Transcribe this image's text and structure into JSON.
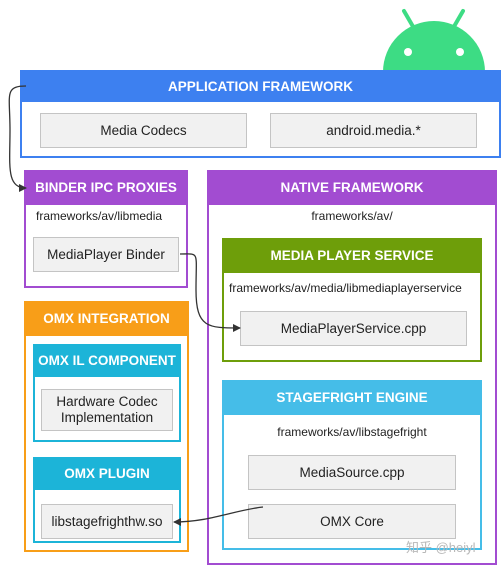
{
  "colors": {
    "application": "#3d80f0",
    "binder": "#a24cd1",
    "native": "#a24cd1",
    "media_player_service": "#6e9e0a",
    "omx_integration": "#f89e18",
    "omx_il": "#1cb4d8",
    "omx_plugin": "#1cb4d8",
    "stagefright": "#45bde8",
    "android_logo": "#3ddc84",
    "box_fill": "#f1f1f1",
    "arrow": "#333333"
  },
  "android_logo": {
    "icon": "android-robot-icon"
  },
  "application_framework": {
    "title": "APPLICATION FRAMEWORK",
    "boxes": [
      "Media Codecs",
      "android.media.*"
    ]
  },
  "binder_ipc": {
    "title": "BINDER IPC PROXIES",
    "path": "frameworks/av/libmedia",
    "box": "MediaPlayer Binder"
  },
  "native_framework": {
    "title": "NATIVE FRAMEWORK",
    "path": "frameworks/av/"
  },
  "media_player_service": {
    "title": "MEDIA PLAYER SERVICE",
    "path": "frameworks/av/media/libmediaplayerservice",
    "box": "MediaPlayerService.cpp"
  },
  "stagefright_engine": {
    "title": "STAGEFRIGHT ENGINE",
    "path": "frameworks/av/libstagefright",
    "boxes": [
      "MediaSource.cpp",
      "OMX Core"
    ]
  },
  "omx_integration": {
    "title": "OMX INTEGRATION"
  },
  "omx_il_component": {
    "title": "OMX IL COMPONENT",
    "box_line1": "Hardware Codec",
    "box_line2": "Implementation"
  },
  "omx_plugin": {
    "title": "OMX PLUGIN",
    "box": "libstagefrighthw.so"
  },
  "watermark": "知乎 @heiyl"
}
